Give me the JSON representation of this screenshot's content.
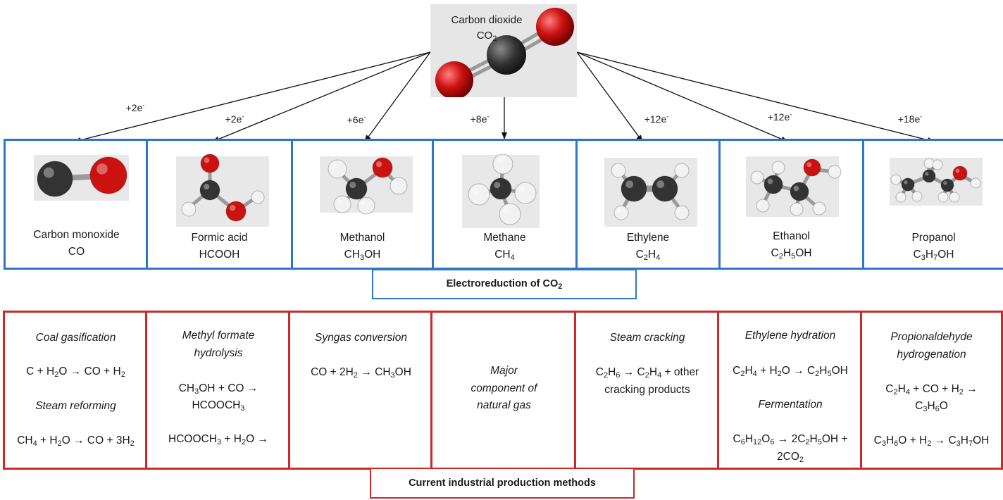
{
  "source": {
    "name": "Carbon dioxide",
    "formula": "CO",
    "formula_sub": "2"
  },
  "electron_labels": [
    {
      "text": "+2e",
      "sup": "-"
    },
    {
      "text": "+2e",
      "sup": "-"
    },
    {
      "text": "+6e",
      "sup": "-"
    },
    {
      "text": "+8e",
      "sup": "-"
    },
    {
      "text": "+12e",
      "sup": "-"
    },
    {
      "text": "+12e",
      "sup": "-"
    },
    {
      "text": "+18e",
      "sup": "-"
    }
  ],
  "products": [
    {
      "name": "Carbon monoxide",
      "formula": "CO"
    },
    {
      "name": "Formic acid",
      "formula": "HCOOH"
    },
    {
      "name": "Methanol",
      "formula": "CH3OH"
    },
    {
      "name": "Methane",
      "formula": "CH4"
    },
    {
      "name": "Ethylene",
      "formula": "C2H4"
    },
    {
      "name": "Ethanol",
      "formula": "C2H5OH"
    },
    {
      "name": "Propanol",
      "formula": "C3H7OH"
    }
  ],
  "captions": {
    "electroreduction": "Electroreduction of CO",
    "electroreduction_sub": "2",
    "industrial": "Current industrial production methods"
  },
  "methods": [
    {
      "lines": [
        {
          "text": "Coal gasification",
          "italic": true
        },
        {
          "text": "C + H2O → CO + H2",
          "italic": false
        },
        {
          "text": "Steam reforming",
          "italic": true
        },
        {
          "text": "CH4 + H2O → CO + 3H2",
          "italic": false
        }
      ]
    },
    {
      "lines": [
        {
          "text": "Methyl formate",
          "italic": true
        },
        {
          "text": "hydrolysis",
          "italic": true
        },
        {
          "text": "CH3OH + CO →",
          "italic": false
        },
        {
          "text": "HCOOCH3",
          "italic": false
        },
        {
          "text": "HCOOCH3 + H2O →",
          "italic": false
        }
      ]
    },
    {
      "lines": [
        {
          "text": "Syngas conversion",
          "italic": true
        },
        {
          "text": "CO + 2H2 → CH3OH",
          "italic": false
        }
      ]
    },
    {
      "lines": [
        {
          "text": "Major",
          "italic": true
        },
        {
          "text": "component of",
          "italic": true
        },
        {
          "text": "natural gas",
          "italic": true
        }
      ]
    },
    {
      "lines": [
        {
          "text": "Steam cracking",
          "italic": true
        },
        {
          "text": "C2H6 → C2H4 + other",
          "italic": false
        },
        {
          "text": "cracking products",
          "italic": false
        }
      ]
    },
    {
      "lines": [
        {
          "text": "Ethylene hydration",
          "italic": true
        },
        {
          "text": "C2H4 + H2O → C2H5OH",
          "italic": false
        },
        {
          "text": "Fermentation",
          "italic": true
        },
        {
          "text": "C6H12O6 → 2C2H5OH +",
          "italic": false
        },
        {
          "text": "2CO2",
          "italic": false
        }
      ]
    },
    {
      "lines": [
        {
          "text": "Propionaldehyde",
          "italic": true
        },
        {
          "text": "hydrogenation",
          "italic": true
        },
        {
          "text": "C2H4 + CO + H2 →",
          "italic": false
        },
        {
          "text": "C3H6O",
          "italic": false
        },
        {
          "text": "C3H6O + H2 → C3H7OH",
          "italic": false
        }
      ]
    }
  ],
  "colors": {
    "product_border": "#2f76c7",
    "method_border": "#cc2828",
    "carbon_atom": "#333333",
    "oxygen_atom": "#cc1111",
    "hydrogen_atom": "#f2f2f2",
    "molecule_background": "#e6e6e6"
  }
}
